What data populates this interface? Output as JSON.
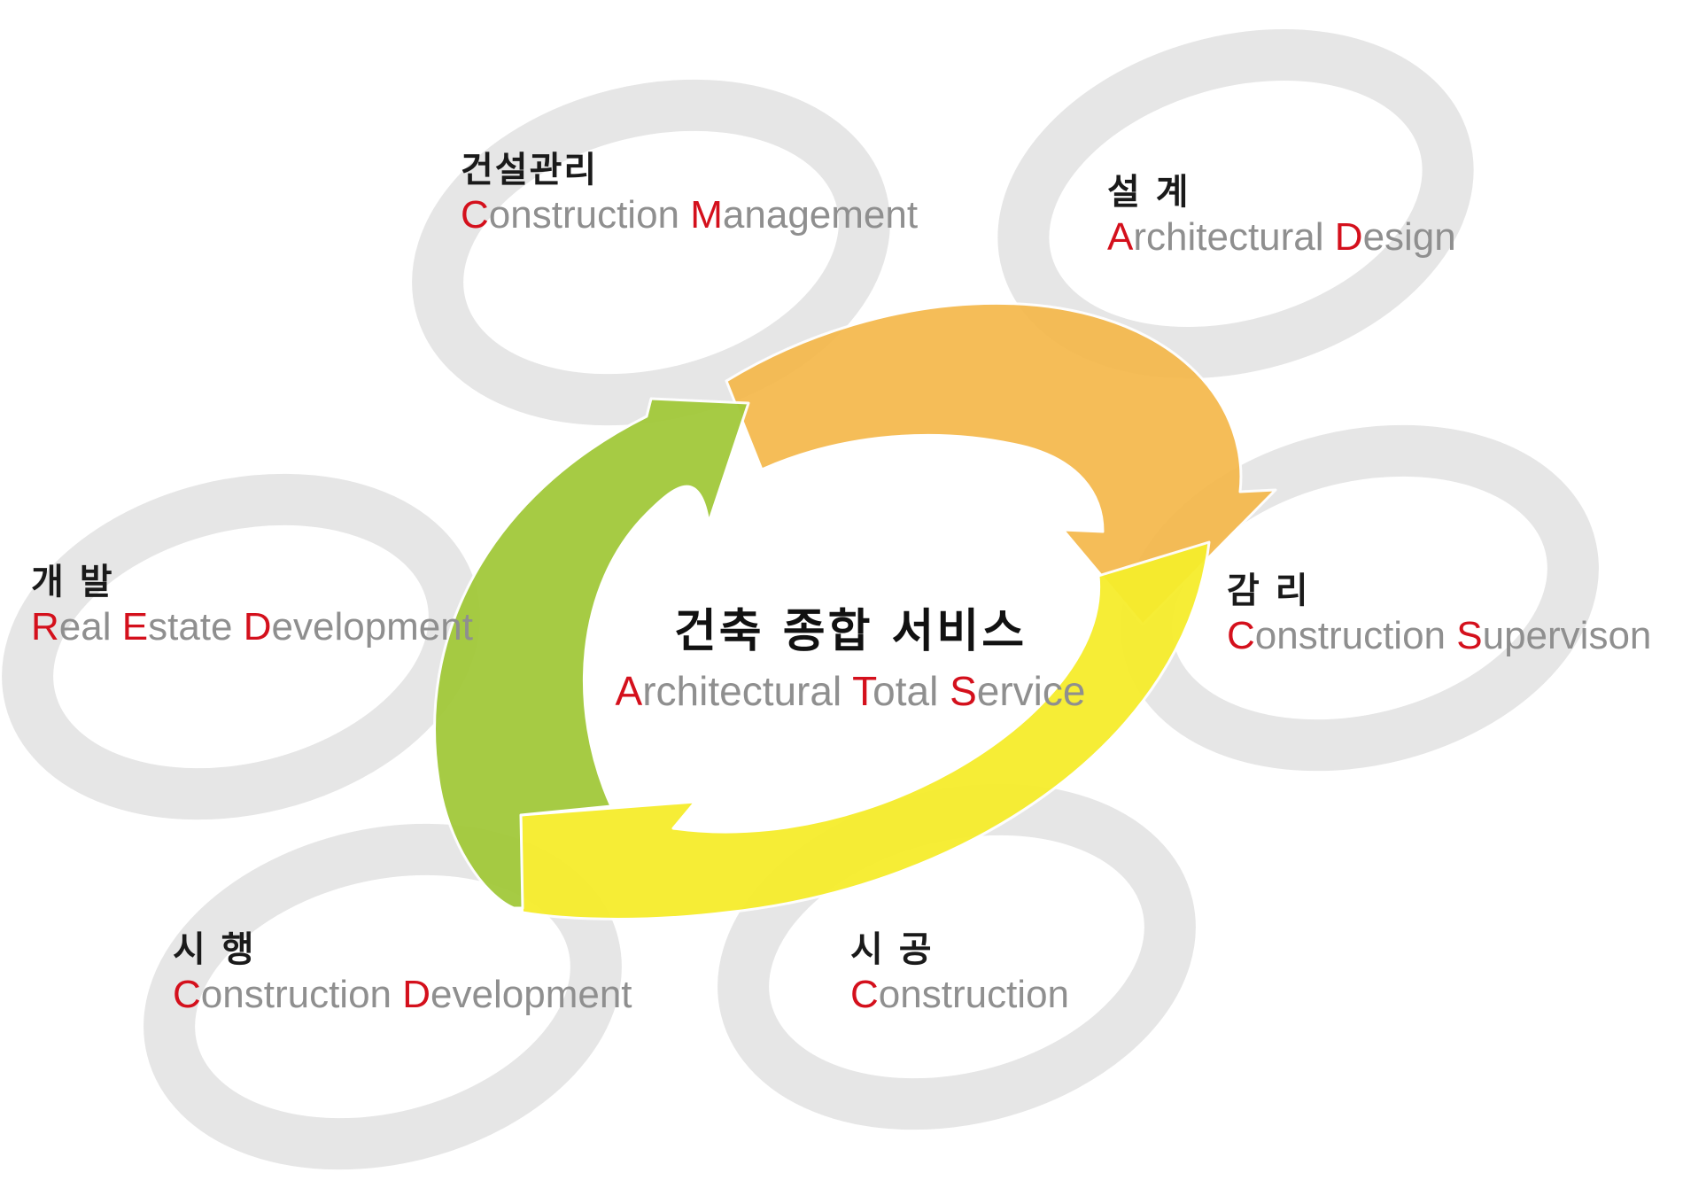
{
  "colors": {
    "ring": "#e6e6e6",
    "arrow_green": "#a2c93a",
    "arrow_orange": "#f5b84a",
    "arrow_yellow": "#f6ed2c",
    "initial": "#d4101c",
    "text_gray": "#8f8f8f",
    "text_dark": "#1a1a1a"
  },
  "center": {
    "ko": "건축 종합 서비스",
    "en": [
      {
        "i": "A",
        "t": "rchitectural "
      },
      {
        "i": "T",
        "t": "otal "
      },
      {
        "i": "S",
        "t": "ervice"
      }
    ]
  },
  "nodes": [
    {
      "id": "construction-management",
      "ko": "건설관리",
      "en": [
        {
          "i": "C",
          "t": "onstruction "
        },
        {
          "i": "M",
          "t": "anagement"
        }
      ]
    },
    {
      "id": "architectural-design",
      "ko": "설 계",
      "en": [
        {
          "i": "A",
          "t": "rchitectural "
        },
        {
          "i": "D",
          "t": "esign"
        }
      ]
    },
    {
      "id": "real-estate-development",
      "ko": "개 발",
      "en": [
        {
          "i": "R",
          "t": "eal "
        },
        {
          "i": "E",
          "t": "state "
        },
        {
          "i": "D",
          "t": "evelopment"
        }
      ]
    },
    {
      "id": "construction-supervision",
      "ko": "감 리",
      "en": [
        {
          "i": "C",
          "t": "onstruction "
        },
        {
          "i": "S",
          "t": "upervison"
        }
      ]
    },
    {
      "id": "construction-development",
      "ko": "시 행",
      "en": [
        {
          "i": "C",
          "t": "onstruction "
        },
        {
          "i": "D",
          "t": "evelopment"
        }
      ]
    },
    {
      "id": "construction",
      "ko": "시 공",
      "en": [
        {
          "i": "C",
          "t": "onstruction"
        }
      ]
    }
  ]
}
